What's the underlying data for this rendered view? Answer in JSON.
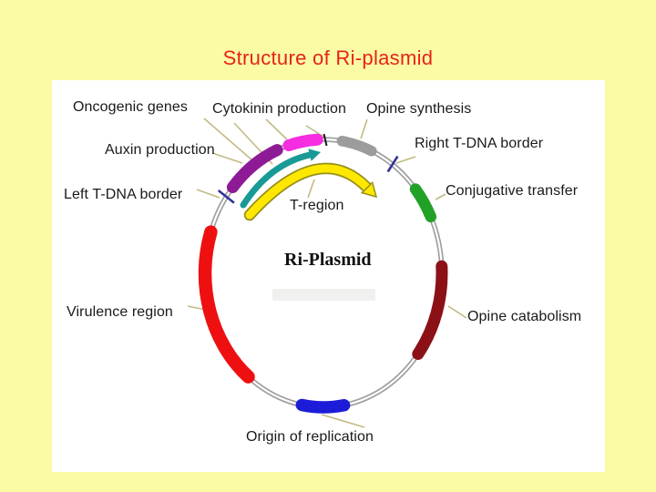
{
  "slide": {
    "title": "Structure of Ri-plasmid",
    "center_label": "Ri-Plasmid"
  },
  "labels": {
    "oncogenic_genes": "Oncogenic genes",
    "cytokinin_production": "Cytokinin production",
    "opine_synthesis": "Opine synthesis",
    "auxin_production": "Auxin production",
    "right_t_dna_border": "Right T-DNA border",
    "left_t_dna_border": "Left T-DNA border",
    "conjugative_transfer": "Conjugative transfer",
    "t_region": "T-region",
    "virulence_region": "Virulence region",
    "opine_catabolism": "Opine catabolism",
    "origin_of_replication": "Origin of replication"
  },
  "colors": {
    "background": "#FBFBA5",
    "panel": "#FFFFFF",
    "title_text": "#E8221A",
    "label_text": "#1A1A1A",
    "ring": "#9E9E9E",
    "ring_inner": "#FFFFFF",
    "leader_line": "#C2BA84",
    "auxin_production": "#8E1B96",
    "cytokinin_production": "#F62CE0",
    "opine_synthesis": "#9C9C9C",
    "conjugative_transfer": "#21A126",
    "opine_catabolism": "#8C1116",
    "origin_of_replication": "#1C1CD8",
    "virulence_region": "#EE1010",
    "t_dna_border_tick": "#32329A",
    "top_marker_tick": "#1A1A1A",
    "oncogene_arc": "#189A96",
    "t_region_arrow_fill": "#FFE800",
    "t_region_arrow_outline": "#96901C",
    "ghost_mark": "#F0F0EF"
  }
}
